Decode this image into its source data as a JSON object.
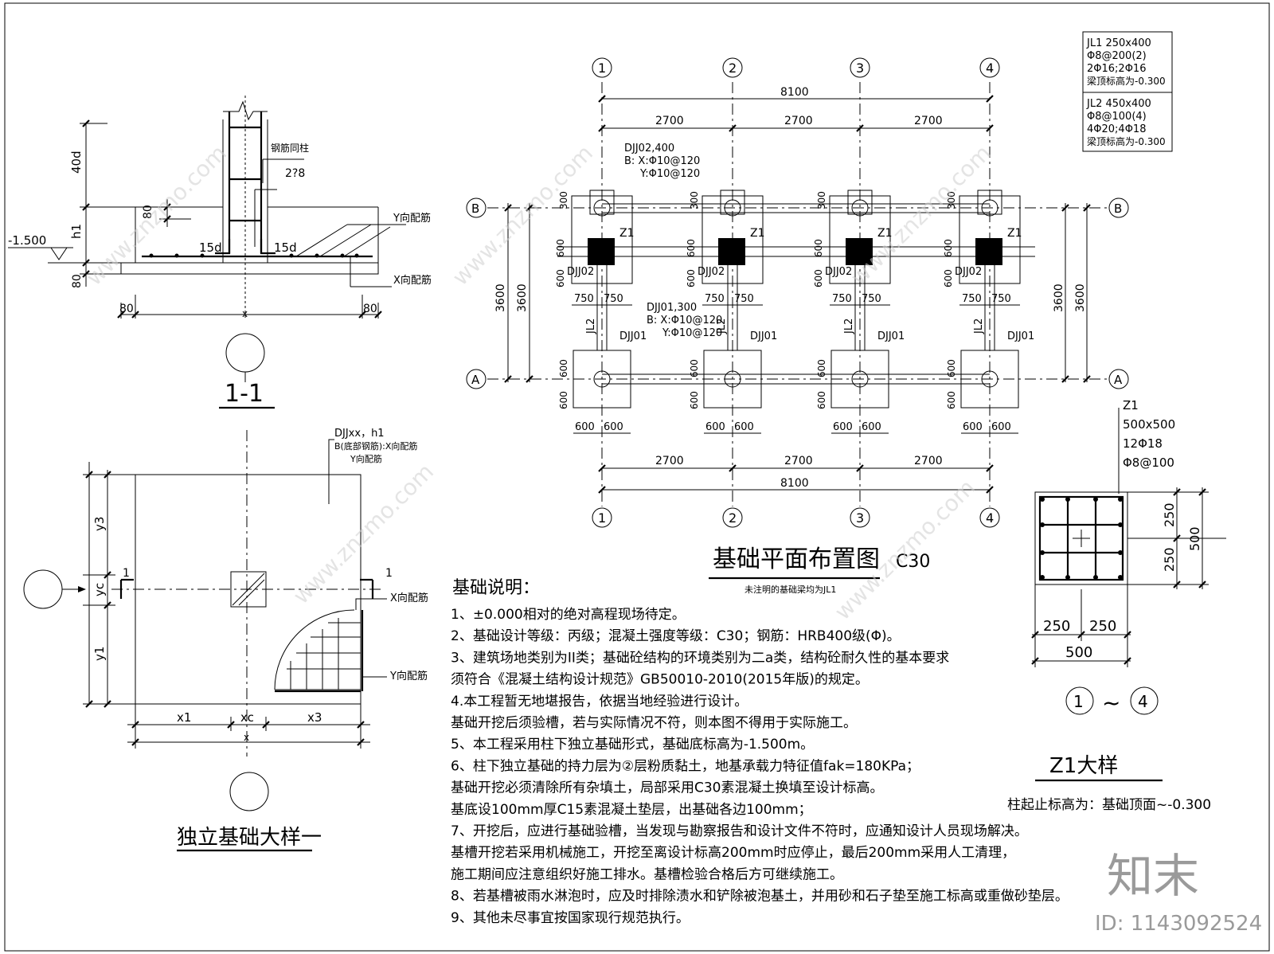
{
  "section_1_1": {
    "labels": {
      "d40": "40d",
      "h1": "h1",
      "d80a": "80",
      "d80b": "80",
      "elev": "-1.500",
      "d15_left": "15d",
      "d15_right": "15d",
      "same_as_column": "钢筋同柱",
      "tie": "2?8",
      "y_bar": "Y向配筋",
      "x_bar": "X向配筋",
      "c80_left": "80",
      "c80_right": "80",
      "x": "x"
    },
    "title": "1-1"
  },
  "isolated_footing": {
    "header_1": "DJJxx，h1",
    "header_2": "B(底部钢筋):X向配筋",
    "header_3": "Y向配筋",
    "y3": "y3",
    "yc": "yc",
    "y1": "y1",
    "x1": "x1",
    "xc": "xc",
    "x3": "x3",
    "x": "x",
    "cut_left": "1",
    "cut_right": "1",
    "x_bar": "X向配筋",
    "y_bar": "Y向配筋",
    "title": "独立基础大样一"
  },
  "plan": {
    "axes_numbers": [
      "1",
      "2",
      "3",
      "4"
    ],
    "axes_letters": [
      "B",
      "A"
    ],
    "dim_total": "8100",
    "dim_spans": [
      "2700",
      "2700",
      "2700"
    ],
    "dim_3600": "3600",
    "dim_300": "300",
    "dim_600": "600",
    "dim_750": "750",
    "djj02_callout": "DJJ02,400",
    "djj02_bx": "B:  X:Φ10@120",
    "djj02_by": "Y:Φ10@120",
    "djj01_callout": "DJJ01,300",
    "djj01_bx": "B:  X:Φ10@120",
    "djj01_by": "Y:Φ10@120",
    "z1": "Z1",
    "djj02": "DJJ02",
    "djj01": "DJJ01",
    "jl2": "JL2",
    "title": "基础平面布置图",
    "concrete": "C30",
    "note": "未注明的基础梁均为JL1"
  },
  "beam_table": {
    "jl1_lines": [
      "JL1   250x400",
      "Φ8@200(2)",
      "2Φ16;2Φ16",
      "梁顶标高为-0.300"
    ],
    "jl2_lines": [
      "JL2   450x400",
      "Φ8@100(4)",
      "4Φ20;4Φ18",
      "梁顶标高为-0.300"
    ]
  },
  "z1_detail": {
    "spec_lines": [
      "Z1",
      "500x500",
      "12Φ18",
      "Φ8@100"
    ],
    "d250": "250",
    "d500": "500",
    "axis_from": "1",
    "tilde": "~",
    "axis_to": "4",
    "title": "Z1大样",
    "note": "柱起止标高为：基础顶面~-0.300"
  },
  "notes": {
    "heading": "基础说明：",
    "lines": [
      "1、±0.000相对的绝对高程现场待定。",
      "2、基础设计等级：丙级；混凝土强度等级：C30；钢筋：HRB400级(Φ)。",
      "3、建筑场地类别为II类；基础砼结构的环境类别为二a类，结构砼耐久性的基本要求",
      "    须符合《混凝土结构设计规范》GB50010-2010(2015年版)的规定。",
      "4.本工程暂无地堪报告，依据当地经验进行设计。",
      "  基础开挖后须验槽，若与实际情况不符，则本图不得用于实际施工。",
      "5、本工程采用柱下独立基础形式，基础底标高为-1.500m。",
      "6、柱下独立基础的持力层为②层粉质黏土，地基承载力特征值fak=180KPa；",
      "   基础开挖必须清除所有杂填土，局部采用C30素混凝土换填至设计标高。",
      "   基底设100mm厚C15素混凝土垫层，出基础各边100mm；",
      "7、开挖后，应进行基础验槽，当发现与勘察报告和设计文件不符时，应通知设计人员现场解决。",
      "   基槽开挖若采用机械施工，开挖至离设计标高200mm时应停止，最后200mm采用人工清理，",
      "   施工期间应注意组织好施工排水。基槽检验合格后方可继续施工。",
      "8、若基槽被雨水淋泡时，应及时排除渍水和铲除被泡基土，并用砂和石子垫至施工标高或重做砂垫层。",
      "9、其他未尽事宜按国家现行规范执行。"
    ]
  },
  "watermark": {
    "brand": "知末",
    "id": "ID: 1143092524",
    "site": "www.znzmo.com"
  }
}
